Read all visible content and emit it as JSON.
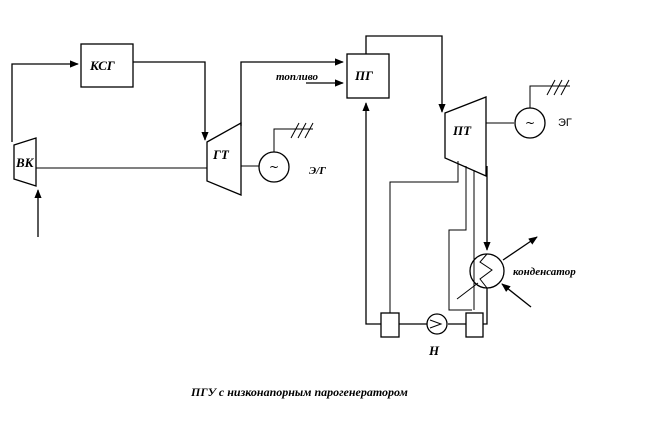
{
  "diagram": {
    "labels": {
      "ksg": "КСГ",
      "vk": "ВК",
      "gt": "ГТ",
      "eg_gas": "Э/Г",
      "fuel": "топливо",
      "pg": "ПГ",
      "pt": "ПТ",
      "eg_steam": "ЭГ",
      "condenser": "конденсатор",
      "pump": "Н",
      "generator_symbol": "~"
    },
    "caption": "ПГУ с низконапорным парогенератором"
  }
}
